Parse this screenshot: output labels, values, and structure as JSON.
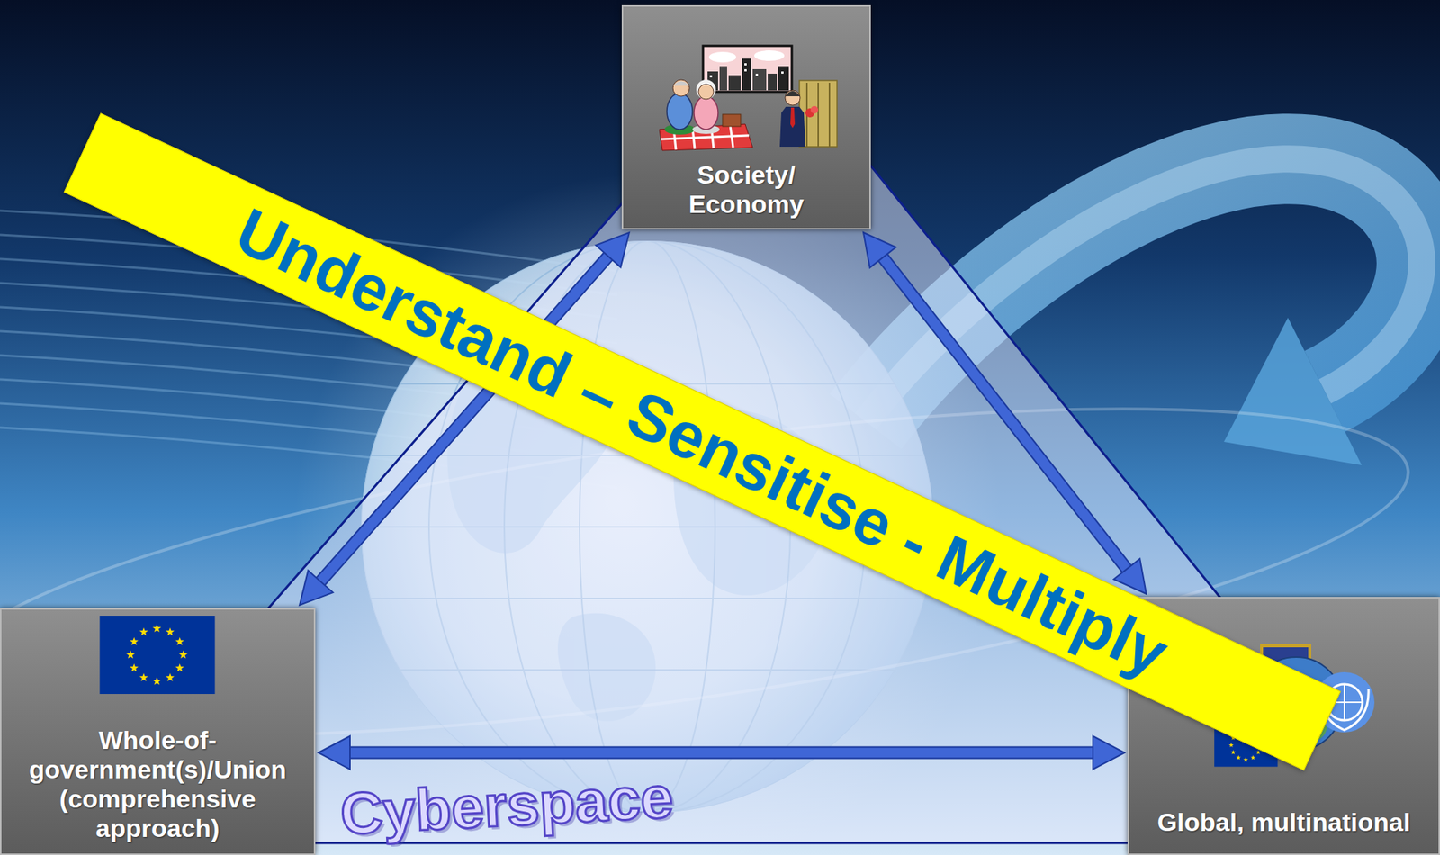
{
  "diagram": {
    "nodes": [
      {
        "text": [
          "Society/ Economy"
        ]
      },
      {
        "text": [
          "Understand – Sensitise - Multiply"
        ]
      },
      {
        "text": [
          "Whole-of- government(s)/Union (comprehensive approach)"
        ]
      },
      {
        "text": [
          "Global, multinational"
        ]
      }
    ],
    "edges": [
      {
        "from": 0,
        "to": 2,
        "arrow": "both"
      },
      {
        "from": 0,
        "to": 3,
        "arrow": "both"
      },
      {
        "from": 2,
        "to": 3,
        "arrow": "both"
      }
    ],
    "labels": [
      "Cyberspace"
    ]
  }
}
